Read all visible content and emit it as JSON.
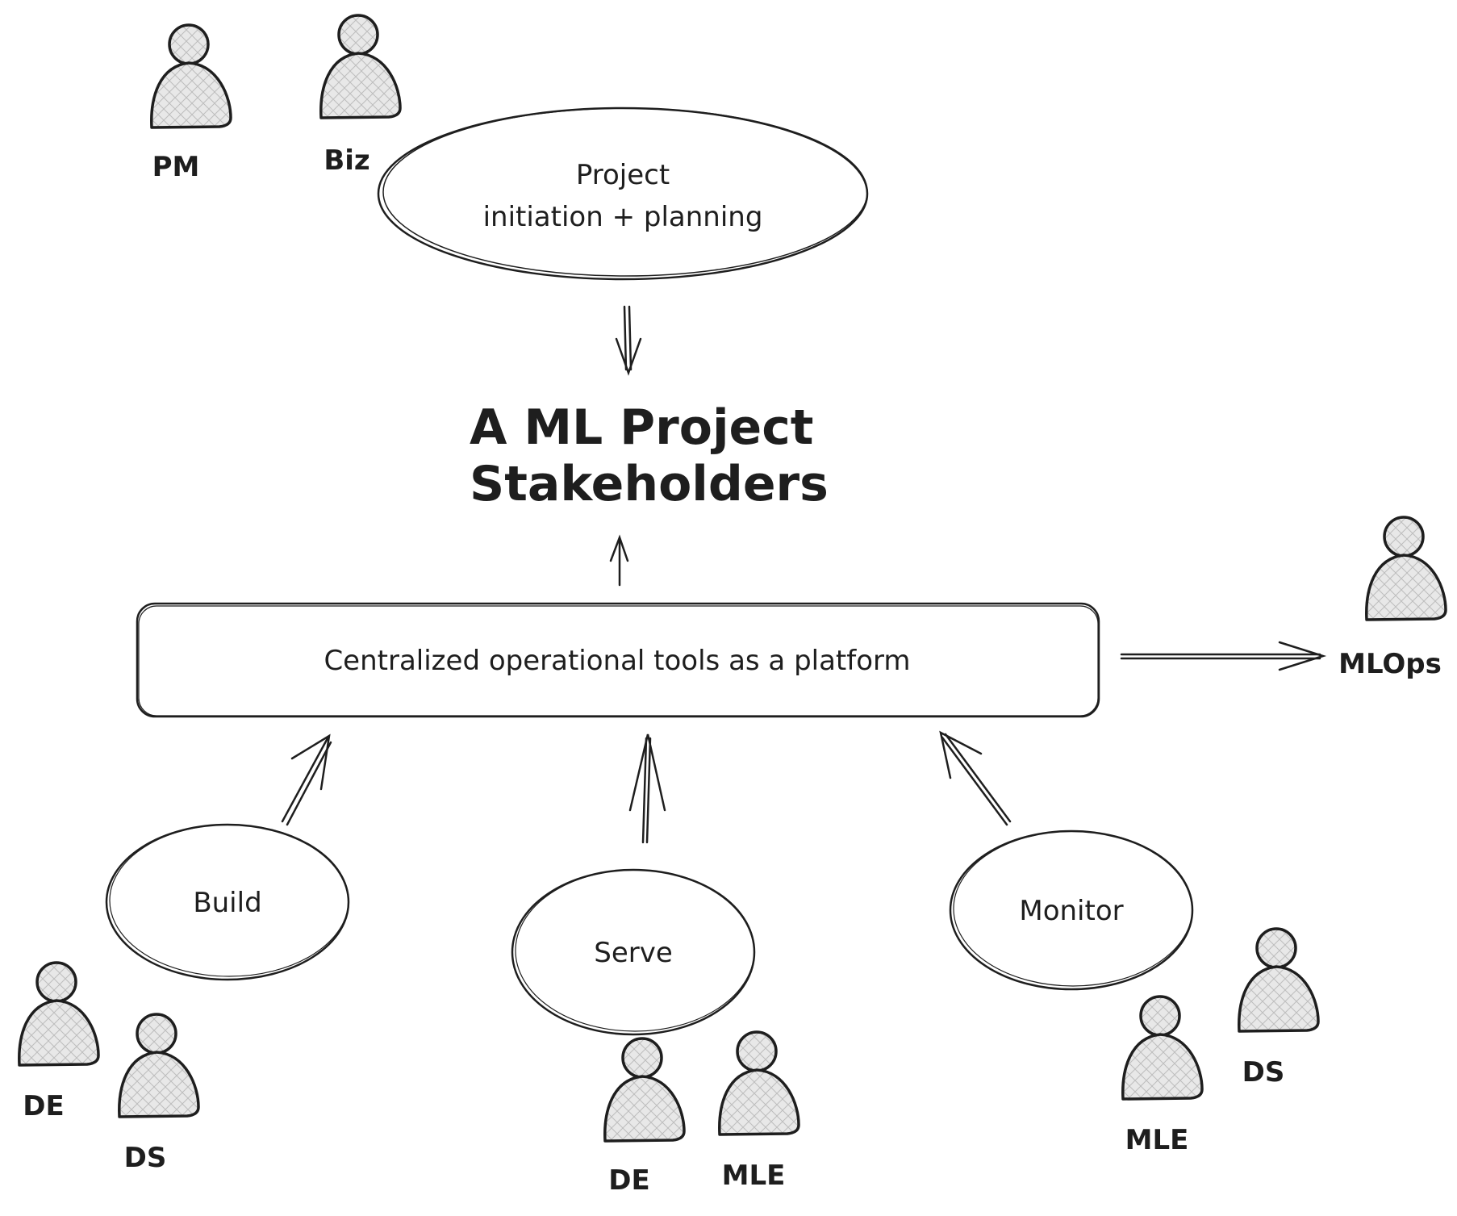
{
  "title": {
    "line1": "A ML Project",
    "line2": "Stakeholders"
  },
  "planning": {
    "line1": "Project",
    "line2": "initiation + planning"
  },
  "platform": {
    "label": "Centralized operational tools as a platform"
  },
  "phases": {
    "build": "Build",
    "serve": "Serve",
    "monitor": "Monitor"
  },
  "roles": {
    "pm": "PM",
    "biz": "Biz",
    "mlops": "MLOps",
    "build_de": "DE",
    "build_ds": "DS",
    "serve_de": "DE",
    "serve_mle": "MLE",
    "monitor_mle": "MLE",
    "monitor_ds": "DS"
  },
  "colors": {
    "stroke": "#1e1e1e",
    "person_fill": "#e6e6e6",
    "background": "#ffffff"
  }
}
